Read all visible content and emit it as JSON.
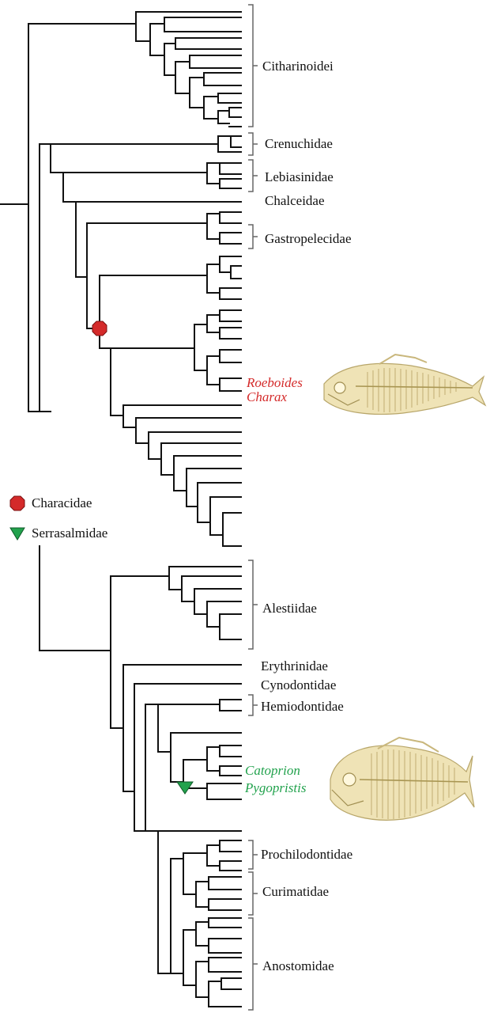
{
  "clades": {
    "citharinoidei": "Citharinoidei",
    "crenuchidae": "Crenuchidae",
    "lebiasinidae": "Lebiasinidae",
    "chalceidae": "Chalceidae",
    "gastropelecidae": "Gastropelecidae",
    "alestiidae": "Alestiidae",
    "erythrinidae": "Erythrinidae",
    "cynodontidae": "Cynodontidae",
    "hemiodontidae": "Hemiodontidae",
    "prochilodontidae": "Prochilodontidae",
    "curimatidae": "Curimatidae",
    "anostomidae": "Anostomidae"
  },
  "taxa": {
    "roeboides": "Roeboides",
    "charax": "Charax",
    "catoprion": "Catoprion",
    "pygopristis": "Pygopristis"
  },
  "legend": {
    "characidae": "Characidae",
    "serrasalmidae": "Serrasalmidae"
  },
  "colors": {
    "characidae": "#d42a2a",
    "serrasalmidae": "#22a24d",
    "skeleton": "#e8d9a3"
  },
  "icons": {
    "characidae_marker": "red-octagon",
    "serrasalmidae_marker": "green-down-triangle",
    "charax_skeleton": "fish-skeleton",
    "piranha_skeleton": "fish-skeleton"
  }
}
